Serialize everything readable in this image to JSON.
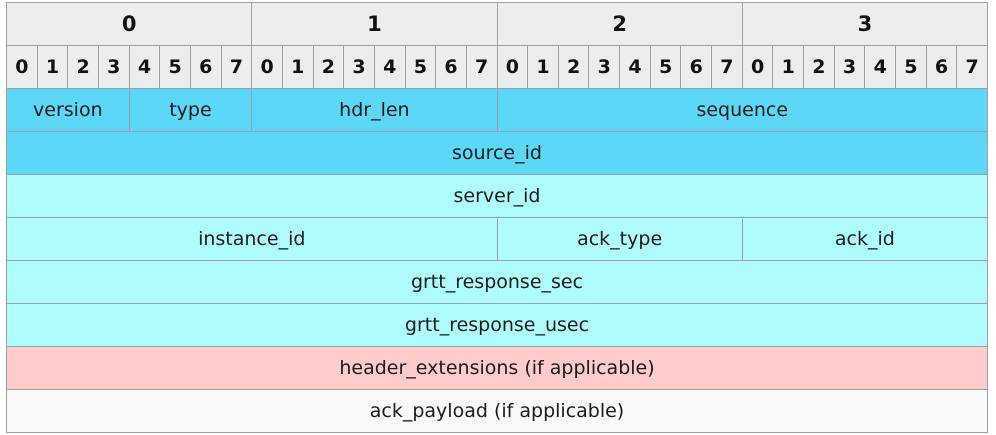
{
  "diagram": {
    "title": "packet-header-bit-layout",
    "bits_per_row": 32,
    "bytes": [
      "0",
      "1",
      "2",
      "3"
    ],
    "bit_labels": [
      "0",
      "1",
      "2",
      "3",
      "4",
      "5",
      "6",
      "7",
      "0",
      "1",
      "2",
      "3",
      "4",
      "5",
      "6",
      "7",
      "0",
      "1",
      "2",
      "3",
      "4",
      "5",
      "6",
      "7",
      "0",
      "1",
      "2",
      "3",
      "4",
      "5",
      "6",
      "7"
    ],
    "colors": {
      "header_bg": "#ecedef",
      "cyan_dark": "#5cd7f7",
      "cyan_light": "#aefcfc",
      "pink": "#ffcccc",
      "white": "#fafafa",
      "border": "#9aa0a6",
      "text": "#1b1b1b"
    },
    "rows": [
      {
        "index": 0,
        "fields": [
          {
            "label": "version",
            "bits": 4,
            "fill": "cyan_dark"
          },
          {
            "label": "type",
            "bits": 4,
            "fill": "cyan_dark"
          },
          {
            "label": "hdr_len",
            "bits": 8,
            "fill": "cyan_dark"
          },
          {
            "label": "sequence",
            "bits": 16,
            "fill": "cyan_dark"
          }
        ]
      },
      {
        "index": 1,
        "fields": [
          {
            "label": "source_id",
            "bits": 32,
            "fill": "cyan_dark"
          }
        ]
      },
      {
        "index": 2,
        "fields": [
          {
            "label": "server_id",
            "bits": 32,
            "fill": "cyan_light"
          }
        ]
      },
      {
        "index": 3,
        "fields": [
          {
            "label": "instance_id",
            "bits": 16,
            "fill": "cyan_light"
          },
          {
            "label": "ack_type",
            "bits": 8,
            "fill": "cyan_light"
          },
          {
            "label": "ack_id",
            "bits": 8,
            "fill": "cyan_light"
          }
        ]
      },
      {
        "index": 4,
        "fields": [
          {
            "label": "grtt_response_sec",
            "bits": 32,
            "fill": "cyan_light"
          }
        ]
      },
      {
        "index": 5,
        "fields": [
          {
            "label": "grtt_response_usec",
            "bits": 32,
            "fill": "cyan_light"
          }
        ]
      },
      {
        "index": 6,
        "fields": [
          {
            "label": "header_extensions (if applicable)",
            "bits": 32,
            "fill": "pink"
          }
        ]
      },
      {
        "index": 7,
        "fields": [
          {
            "label": "ack_payload (if applicable)",
            "bits": 32,
            "fill": "white"
          }
        ]
      }
    ]
  }
}
